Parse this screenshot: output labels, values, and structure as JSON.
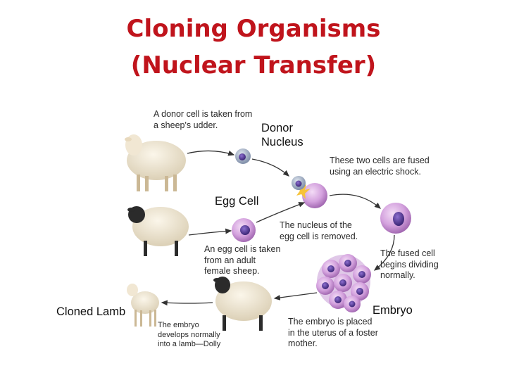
{
  "title": {
    "line1": "Cloning Organisms",
    "line2": "(Nuclear Transfer)"
  },
  "labels": {
    "donor_cell_text": "A donor cell is taken from\na sheep's udder.",
    "donor_nucleus": "Donor\nNucleus",
    "fused_text": "These two cells are fused\nusing an electric shock.",
    "egg_cell": "Egg Cell",
    "nucleus_removed_text": "The nucleus of the\negg cell is removed.",
    "egg_taken_text": "An egg cell is taken\nfrom an adult\nfemale sheep.",
    "dividing_text": "The fused cell\nbegins dividing\nnormally.",
    "embryo": "Embryo",
    "cloned_lamb": "Cloned Lamb",
    "lamb_develops_text": "The embryo\ndevelops normally\ninto a lamb—Dolly",
    "embryo_placed_text": "The embryo is placed\nin the uterus of a foster\nmother."
  },
  "colors": {
    "title": "#c0141c",
    "white_sheep_wool": "#efe6d2",
    "black_face": "#2b2b2b",
    "egg_cell": "#c98fd6",
    "nucleus": "#5a3d9c",
    "donor_cell": "#8f9fb8"
  }
}
